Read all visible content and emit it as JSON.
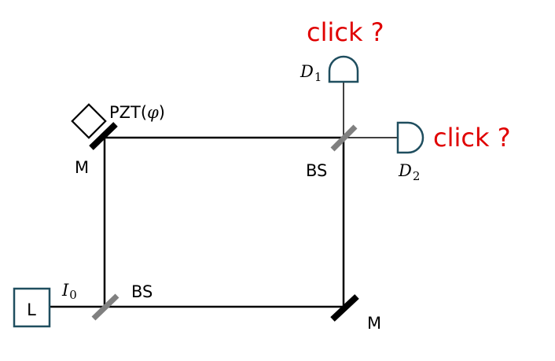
{
  "colors": {
    "beam": "#000000",
    "mirror": "#000000",
    "beamsplitter": "#808080",
    "detector": "#1f4e5f",
    "laser_box": "#1f4e5f",
    "click_text": "#e00000"
  },
  "labels": {
    "laser": "L",
    "intensity_symbol": "I",
    "intensity_sub": "0",
    "bs_bottom": "BS",
    "bs_top": "BS",
    "mirror_top_left": "M",
    "mirror_bottom_right": "M",
    "pzt_prefix": "PZT(",
    "pzt_symbol": "φ",
    "pzt_suffix": ")",
    "detector1_symbol": "D",
    "detector1_sub": "1",
    "detector2_symbol": "D",
    "detector2_sub": "2",
    "click_top": "click ?",
    "click_right": "click ?"
  },
  "icons": {
    "laser": "laser-box-icon",
    "detector1": "photodetector-icon",
    "detector2": "photodetector-icon",
    "pzt": "piezo-actuator-icon"
  }
}
